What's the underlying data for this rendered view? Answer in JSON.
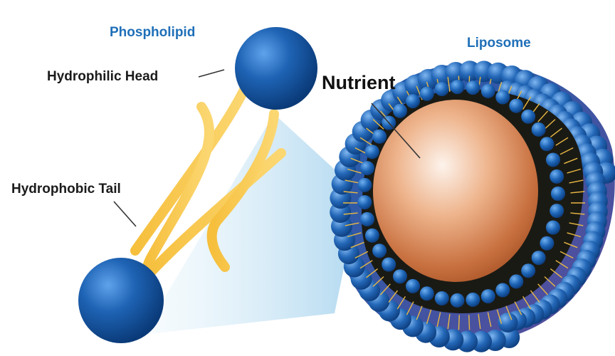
{
  "labels": {
    "phospholipid": "Phospholipid",
    "hydrophilic_head": "Hydrophilic Head",
    "hydrophobic_tail": "Hydrophobic Tail",
    "nutrient": "Nutrient",
    "liposome": "Liposome"
  },
  "colors": {
    "head_blue": "#1e63b4",
    "tail_yellow": "#f7c547",
    "nutrient_orange": "#e3915c",
    "cone_blue": "#bfe0f2",
    "label_blue": "#1f6fb8"
  }
}
